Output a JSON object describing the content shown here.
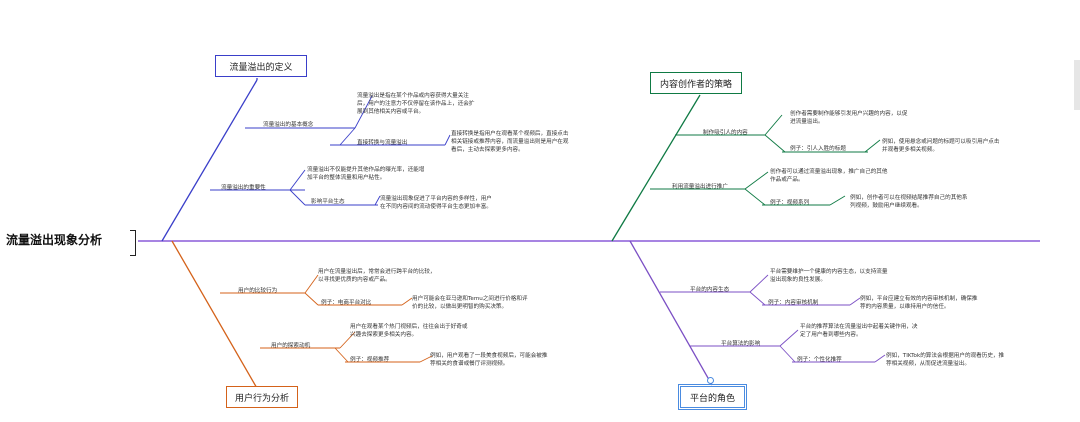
{
  "central_title": "流量溢出现象分析",
  "branches": {
    "definition": {
      "title": "流量溢出的定义",
      "basic_concept": {
        "label": "流量溢出的基本概念",
        "text": [
          "流量溢出是指在某个作品或内容获得大量关注",
          "后，用户的注意力不仅停留在该作品上，还会扩",
          "展到其他相关内容或平台。"
        ]
      },
      "direct_indirect": {
        "label": "直接转换与流量溢出",
        "text": [
          "直接转换是指用户在观看某个视频后，直接点击",
          "相关链接或推荐内容，而流量溢出则是用户在观",
          "看后，主动去探索更多内容。"
        ]
      },
      "importance": {
        "label": "流量溢出的重要性",
        "text": [
          "流量溢出不仅能提升其他作品的曝光率，还能增",
          "加平台的整体流量和用户粘性。"
        ],
        "eco_label": "影响平台生态",
        "eco_text": [
          "流量溢出现象促进了平台内容的多样性，用户",
          "在不同内容间的流动使得平台生态更加丰富。"
        ]
      }
    },
    "creator": {
      "title": "内容创作者的策略",
      "attract": {
        "label": "制作吸引人的内容",
        "text": [
          "创作者需要制作能够引发用户兴趣的内容，以促",
          "进流量溢出。"
        ],
        "ex_label": "例子：引人入胜的标题",
        "ex_text": [
          "例如，使用悬念或问题的标题可以吸引用户点击",
          "并观看更多相关视频。"
        ]
      },
      "promote": {
        "label": "利用流量溢出进行推广",
        "text": [
          "创作者可以通过流量溢出现象，推广自己的其他",
          "作品或产品。"
        ],
        "ex_label": "例子：视频系列",
        "ex_text": [
          "例如，创作者可以在视频结尾推荐自己的其他系",
          "列视频，鼓励用户继续观看。"
        ]
      }
    },
    "behavior": {
      "title": "用户行为分析",
      "compare": {
        "label": "用户的比较行为",
        "text": [
          "用户在流量溢出后，常常会进行跨平台的比较，",
          "以寻找更优质的内容或产品。"
        ],
        "ex_label": "例子：电商平台对比",
        "ex_text": [
          "用户可能会在亚马逊和Temu之间进行价格和评",
          "价的比较，以做出更明智的购买决策。"
        ]
      },
      "explore": {
        "label": "用户的探索动机",
        "text": [
          "用户在观看某个热门视频后，往往会出于好奇或",
          "兴趣去探索更多相关内容。"
        ],
        "ex_label": "例子：视频推荐",
        "ex_text": [
          "例如，用户观看了一段美食视频后，可能会被推",
          "荐相关的食谱或餐厅评测视频。"
        ]
      }
    },
    "platform": {
      "title": "平台的角色",
      "content_eco": {
        "label": "平台的内容生态",
        "text": [
          "平台需要维护一个健康的内容生态，以支持流量",
          "溢出现象的良性发展。"
        ],
        "ex_label": "例子：内容审核机制",
        "ex_text": [
          "例如，平台应建立有效的内容审核机制，确保推",
          "荐的内容质量，以维持用户的信任。"
        ]
      },
      "algorithm": {
        "label": "平台算法的影响",
        "text": [
          "平台的推荐算法在流量溢出中起着关键作用，决",
          "定了用户看到哪些内容。"
        ],
        "ex_label": "例子：个性化推荐",
        "ex_text": [
          "例如，TIKTok的算法会根据用户的观看历史，推",
          "荐相关视频，从而促进流量溢出。"
        ]
      }
    }
  },
  "colors": {
    "blue": "#3a3fc9",
    "green": "#0f7a44",
    "orange": "#d4621a",
    "purple": "#7b4fc4",
    "spine": "#8a5cd8"
  }
}
